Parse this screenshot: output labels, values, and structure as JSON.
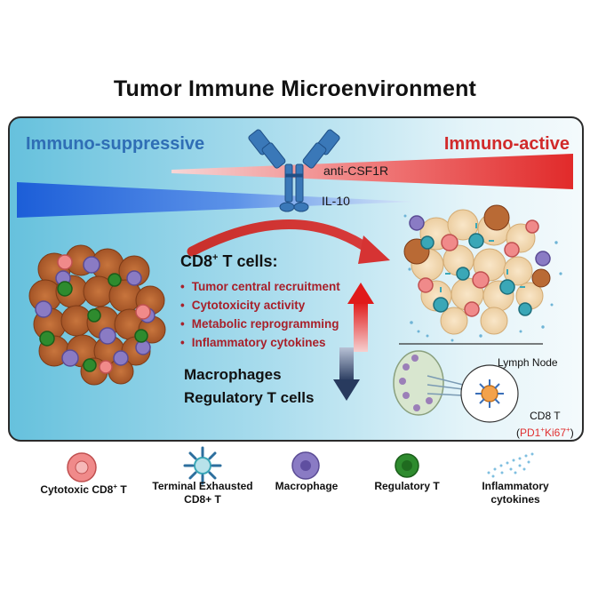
{
  "title": "Tumor Immune Microenvironment",
  "gradient_labels": {
    "left": "Immuno-suppressive",
    "right": "Immuno-active"
  },
  "treatments": {
    "upper": "anti-CSF1R",
    "lower": "IL-10"
  },
  "cd8": {
    "heading": "CD8",
    "sup": "+",
    "heading_rest": " T cells:",
    "bullets": [
      "Tumor central recruitment",
      "Cytotoxicity activity",
      "Metabolic reprogramming",
      "Inflammatory cytokines"
    ]
  },
  "decreased": [
    "Macrophages",
    "Regulatory T cells"
  ],
  "lymph_node": {
    "label": "Lymph Node",
    "cell_label": "CD8 T",
    "marker_prefix": "(",
    "marker_a": "PD1",
    "marker_b": "Ki67",
    "marker_sup": "+",
    "marker_suffix": ")"
  },
  "legend": [
    {
      "name": "cytotoxic",
      "label1": "Cytotoxic  CD8",
      "sup": "+",
      "label2": " T",
      "label3": ""
    },
    {
      "name": "exhausted",
      "label1": "Terminal  Exhausted",
      "sup": "",
      "label2": "",
      "label3": "CD8+ T"
    },
    {
      "name": "macrophage",
      "label1": "Macrophage",
      "sup": "",
      "label2": "",
      "label3": ""
    },
    {
      "name": "treg",
      "label1": "Regulatory T",
      "sup": "",
      "label2": "",
      "label3": ""
    },
    {
      "name": "cytokines",
      "label1": "Inflammatory",
      "sup": "",
      "label2": "",
      "label3": "cytokines"
    }
  ],
  "colors": {
    "suppressive_blue": "#2f6eb5",
    "active_red": "#d12a2a",
    "bullet_red": "#a8202a",
    "tumor_brown": "#b5602e",
    "macrophage_purple": "#8a7bc4",
    "treg_green": "#2e8b2e",
    "cytotoxic_pink": "#f08a8a",
    "exhausted_teal": "#3aa7b7",
    "down_arrow": "#283a5e"
  }
}
